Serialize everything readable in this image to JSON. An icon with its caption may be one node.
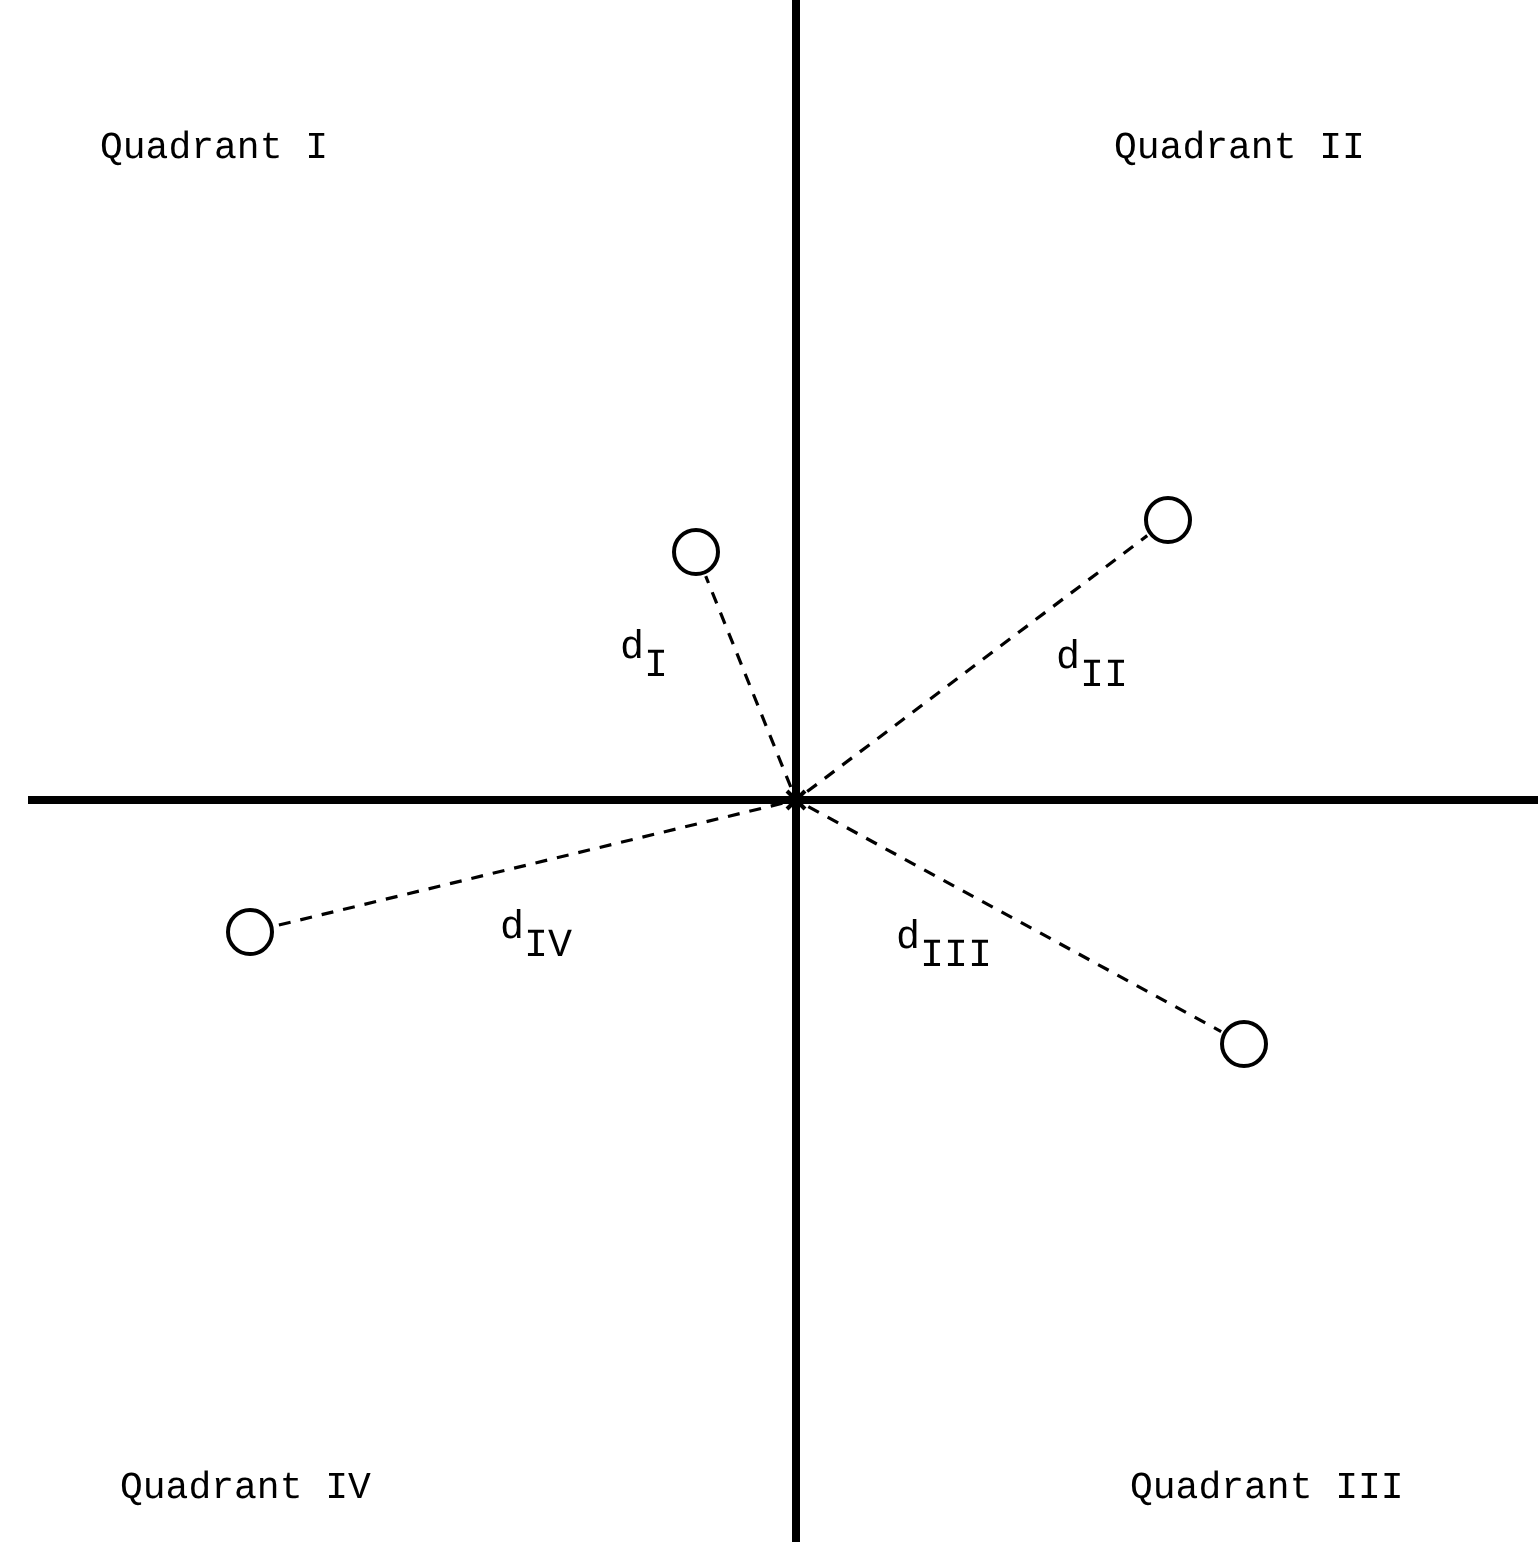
{
  "diagram": {
    "nodes": [
      {
        "text": [],
        "shape": "circle"
      },
      {
        "text": [],
        "shape": "circle"
      },
      {
        "text": [],
        "shape": "star"
      },
      {
        "text": [],
        "shape": "circle"
      },
      {
        "text": [],
        "shape": "circle"
      }
    ],
    "edges": [
      {
        "from": 2,
        "to": 1,
        "arrow": "none",
        "label": "d$_{I}$",
        "style": "dashed"
      },
      {
        "from": 2,
        "to": 0,
        "arrow": "none",
        "label": "d$_{II}$",
        "style": "dashed"
      },
      {
        "from": 2,
        "to": 4,
        "arrow": "none",
        "label": "d$_{III}$",
        "style": "dashed"
      },
      {
        "from": 2,
        "to": 3,
        "arrow": "none",
        "label": "d$_{IV}$",
        "style": "dashed"
      }
    ],
    "labels": [
      "Quadrant I",
      "Quadrant II",
      "Quadrant IV",
      "Quadrant III"
    ]
  }
}
